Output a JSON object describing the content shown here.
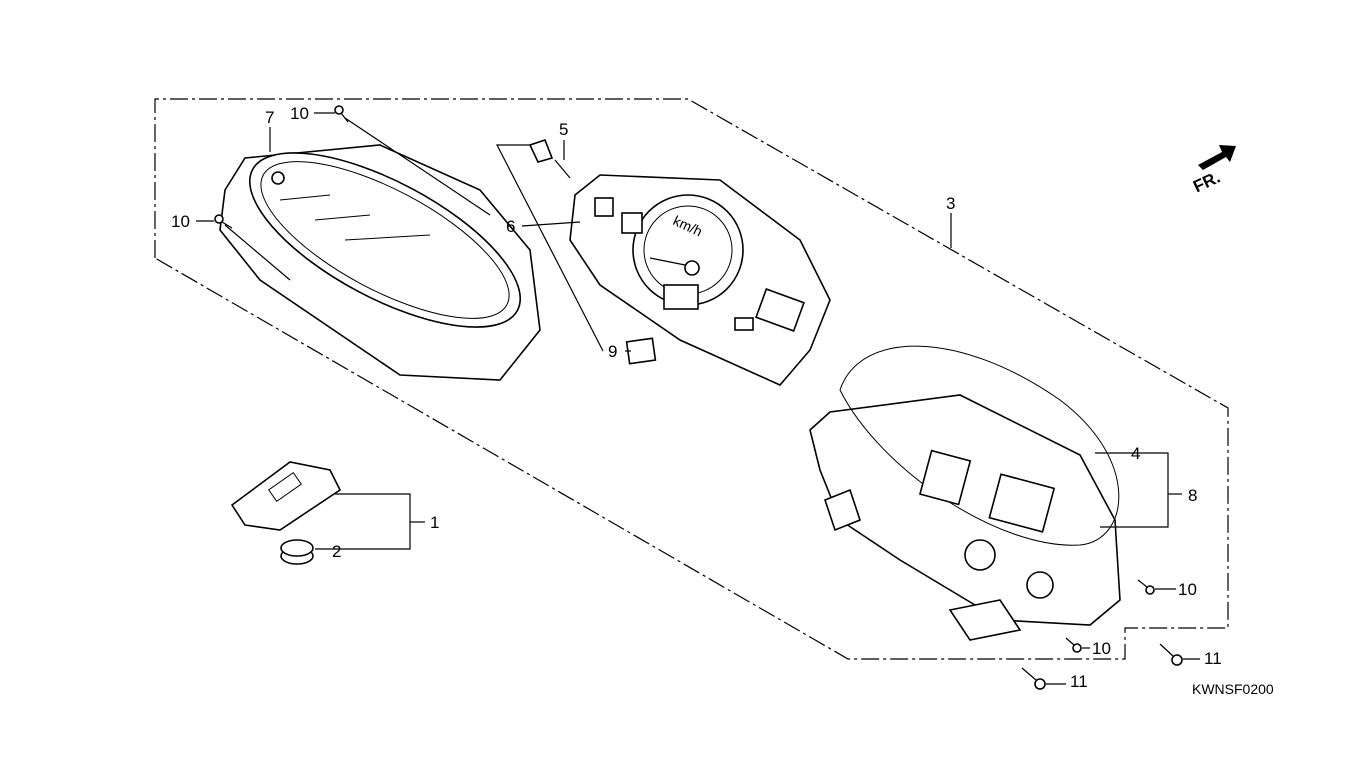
{
  "diagram_code": "KWNSF0200",
  "direction_indicator": "FR.",
  "speedometer_unit": "km/h",
  "callouts": [
    {
      "id": "callout-10-top",
      "text": "10"
    },
    {
      "id": "callout-7",
      "text": "7"
    },
    {
      "id": "callout-10-left",
      "text": "10"
    },
    {
      "id": "callout-5",
      "text": "5"
    },
    {
      "id": "callout-6",
      "text": "6"
    },
    {
      "id": "callout-3",
      "text": "3"
    },
    {
      "id": "callout-9",
      "text": "9"
    },
    {
      "id": "callout-1",
      "text": "1"
    },
    {
      "id": "callout-2",
      "text": "2"
    },
    {
      "id": "callout-4",
      "text": "4"
    },
    {
      "id": "callout-8",
      "text": "8"
    },
    {
      "id": "callout-10-right",
      "text": "10"
    },
    {
      "id": "callout-10-bottom",
      "text": "10"
    },
    {
      "id": "callout-11-right",
      "text": "11"
    },
    {
      "id": "callout-11-bottom",
      "text": "11"
    }
  ]
}
